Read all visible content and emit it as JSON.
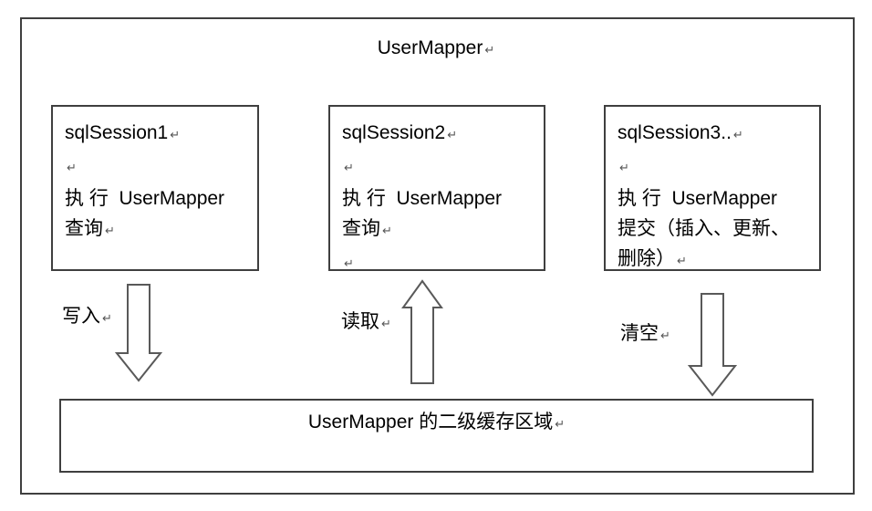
{
  "colors": {
    "background": "#ffffff",
    "border_color": "#3f3f3f",
    "arrow_color": "#595959",
    "text_color": "#000000",
    "mark_color": "#555555"
  },
  "diagram": {
    "title": "UserMapper",
    "mark": "↵",
    "session_boxes": [
      {
        "title": "sqlSession1",
        "body_lines": [
          "执 行  UserMapper",
          "查询"
        ]
      },
      {
        "title": "sqlSession2",
        "body_lines": [
          "执 行  UserMapper",
          "查询"
        ]
      },
      {
        "title": "sqlSession3..",
        "body_lines": [
          "执 行  UserMapper",
          "提交（插入、更新、",
          "删除）"
        ]
      }
    ],
    "arrows": [
      {
        "label": "写入",
        "direction": "down"
      },
      {
        "label": "读取",
        "direction": "up"
      },
      {
        "label": "清空",
        "direction": "down"
      }
    ],
    "cache_box_label": "UserMapper 的二级缓存区域"
  }
}
